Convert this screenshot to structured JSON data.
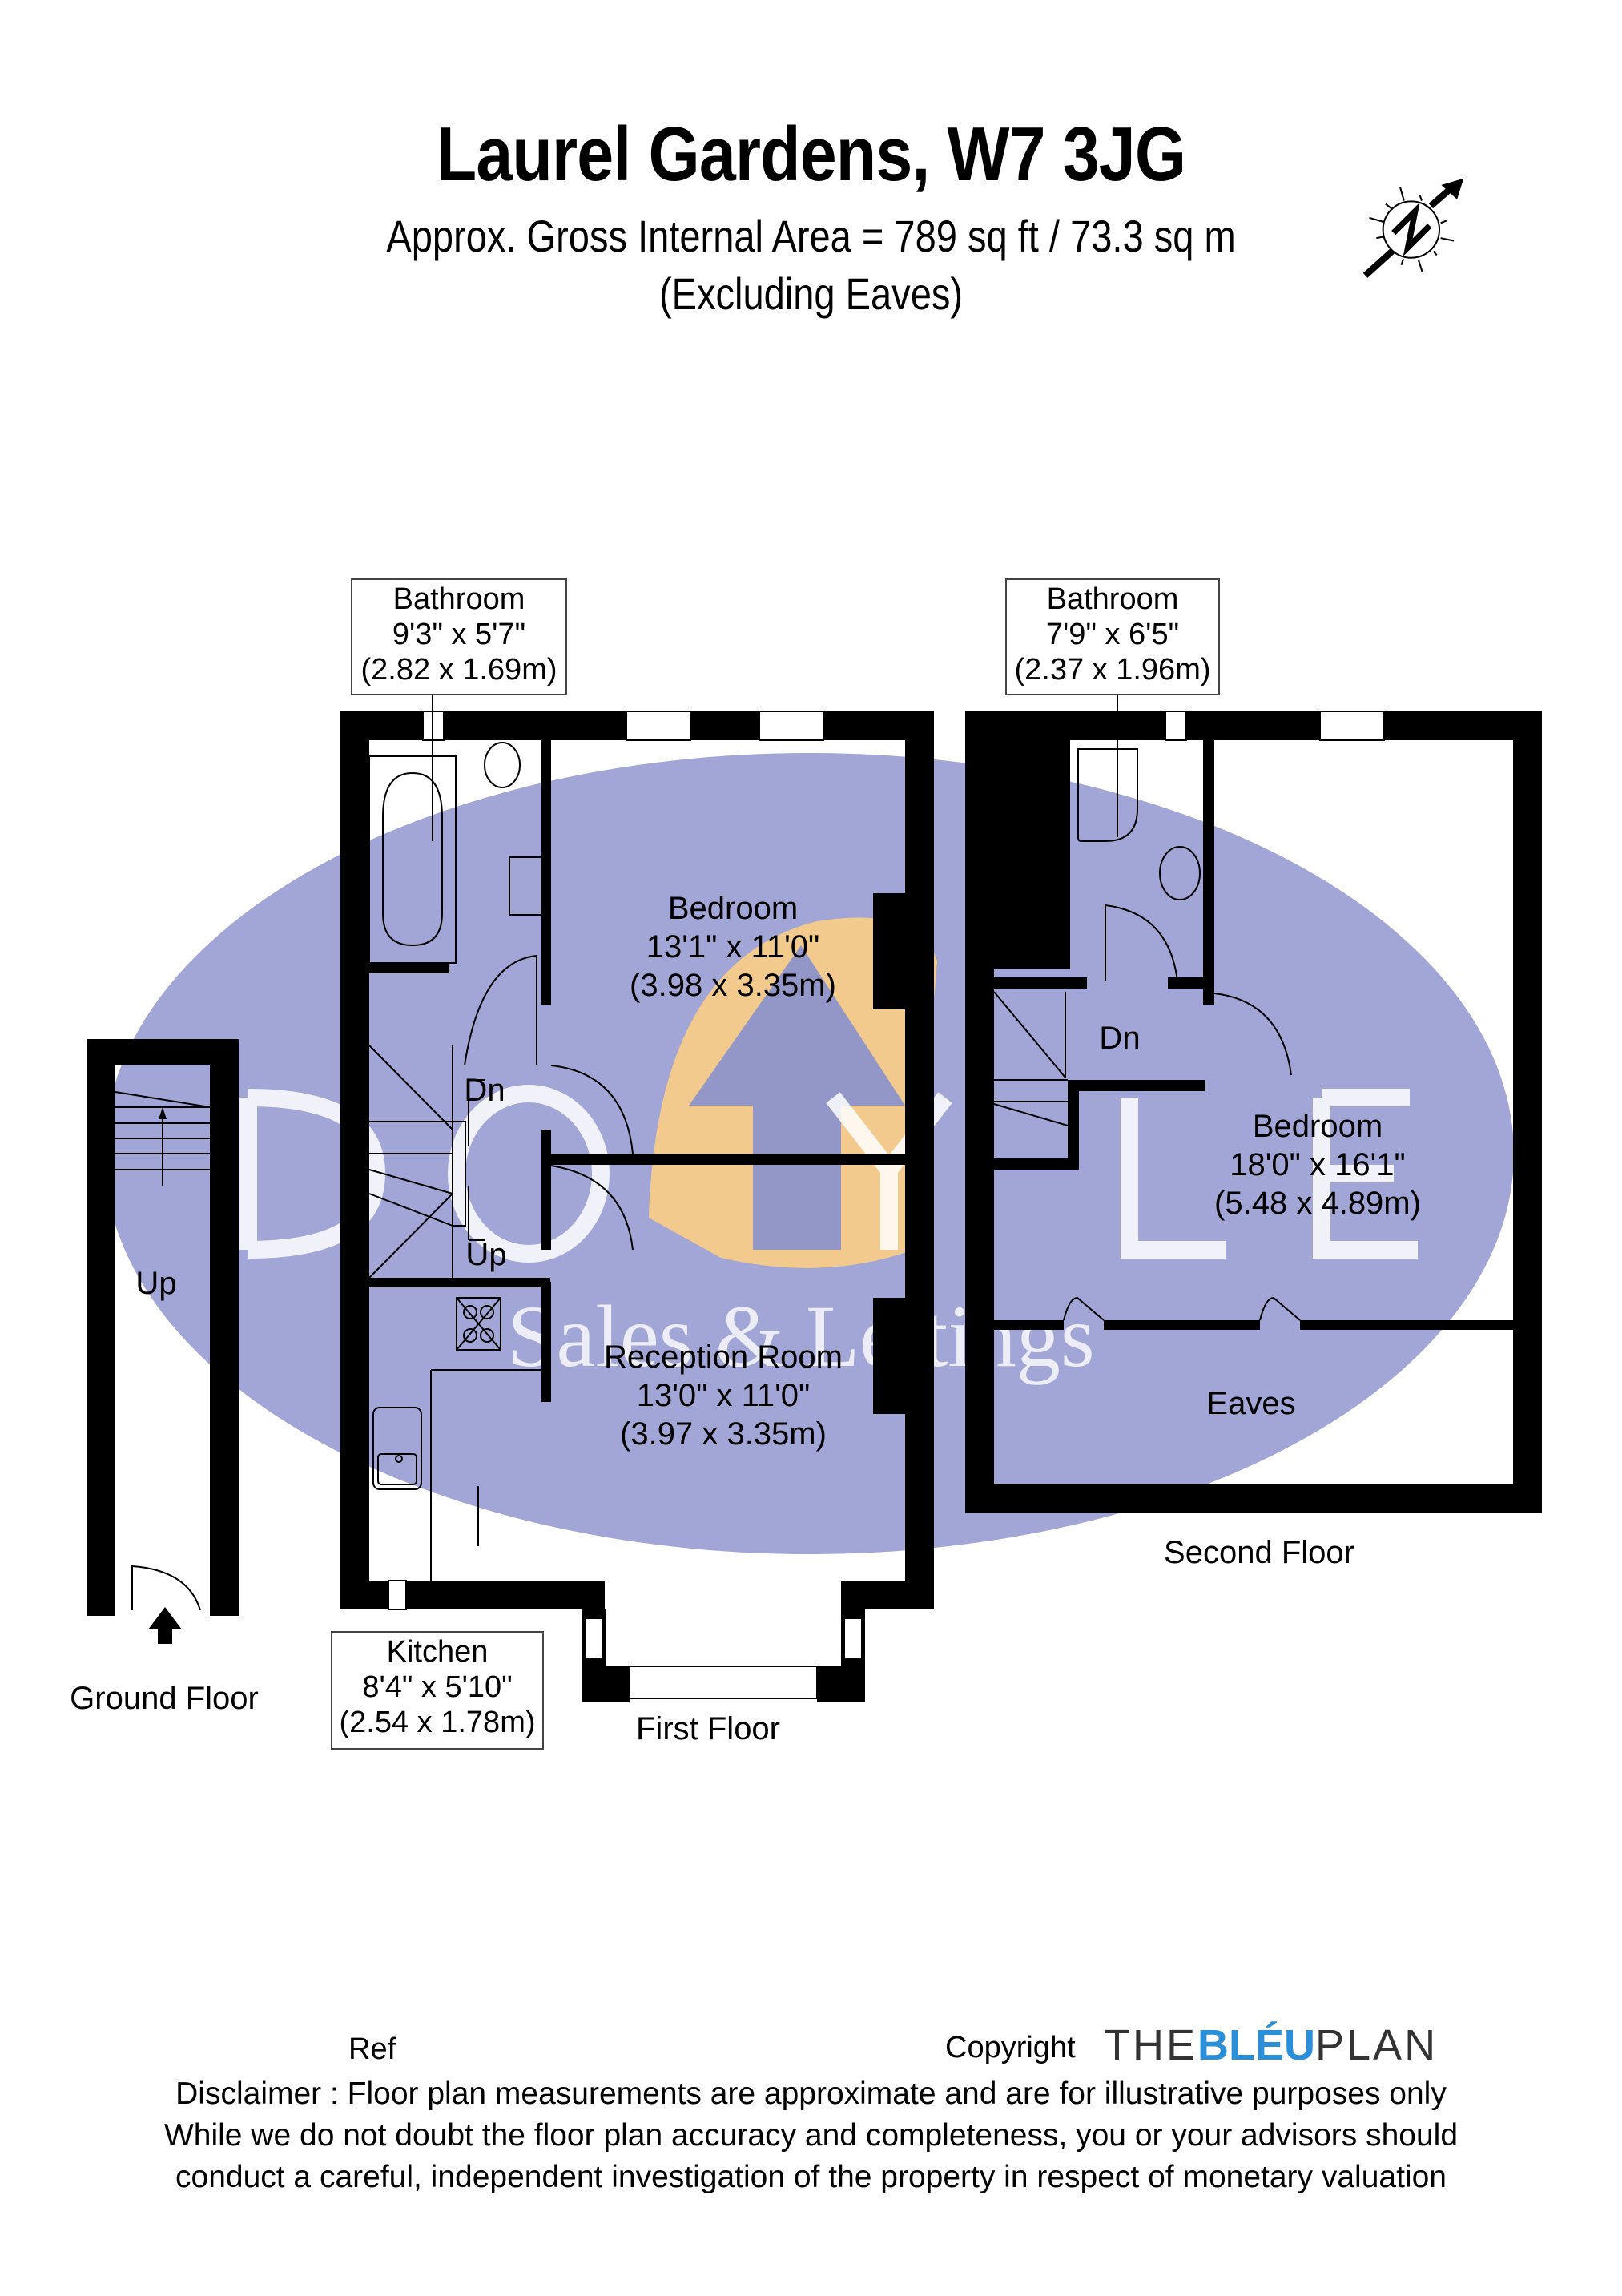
{
  "header": {
    "title": "Laurel Gardens, W7 3JG",
    "area": "Approx. Gross Internal Area = 789 sq ft / 73.3 sq m",
    "note": "(Excluding Eaves)"
  },
  "compass": {
    "label": "N",
    "icon": "north-arrow-icon"
  },
  "watermark": {
    "brand": "DOYLE",
    "tagline": "Sales & Lettings",
    "colors": {
      "ellipse": "#9fa3d3",
      "sun": "#f3c98a",
      "letters": "#ffffff"
    }
  },
  "floors": {
    "ground": {
      "label": "Ground Floor",
      "stairs_label": "Up"
    },
    "first": {
      "label": "First Floor",
      "stairs_down": "Dn",
      "stairs_up": "Up",
      "rooms": [
        {
          "name": "Bathroom",
          "imperial": "9'3\" x 5'7\"",
          "metric": "(2.82 x 1.69m)"
        },
        {
          "name": "Bedroom",
          "imperial": "13'1\" x 11'0\"",
          "metric": "(3.98 x 3.35m)"
        },
        {
          "name": "Reception Room",
          "imperial": "13'0\" x 11'0\"",
          "metric": "(3.97 x 3.35m)"
        },
        {
          "name": "Kitchen",
          "imperial": "8'4\" x 5'10\"",
          "metric": "(2.54 x 1.78m)"
        }
      ]
    },
    "second": {
      "label": "Second Floor",
      "stairs_down": "Dn",
      "rooms": [
        {
          "name": "Bathroom",
          "imperial": "7'9\" x 6'5\"",
          "metric": "(2.37 x 1.96m)"
        },
        {
          "name": "Bedroom",
          "imperial": "18'0\" x 16'1\"",
          "metric": "(5.48 x 4.89m)"
        },
        {
          "name": "Eaves"
        }
      ]
    }
  },
  "footer": {
    "ref_label": "Ref",
    "copyright_label": "Copyright",
    "brand_the": "THE",
    "brand_bleu": "BLÉU",
    "brand_plan": "PLAN",
    "brand_color": "#2a8fd9",
    "disclaimer": [
      "Disclaimer : Floor plan measurements are approximate and are for illustrative purposes only",
      "While we do not doubt the floor plan accuracy and completeness, you or your advisors should",
      "conduct a careful, independent investigation of the property in respect of monetary valuation"
    ]
  }
}
